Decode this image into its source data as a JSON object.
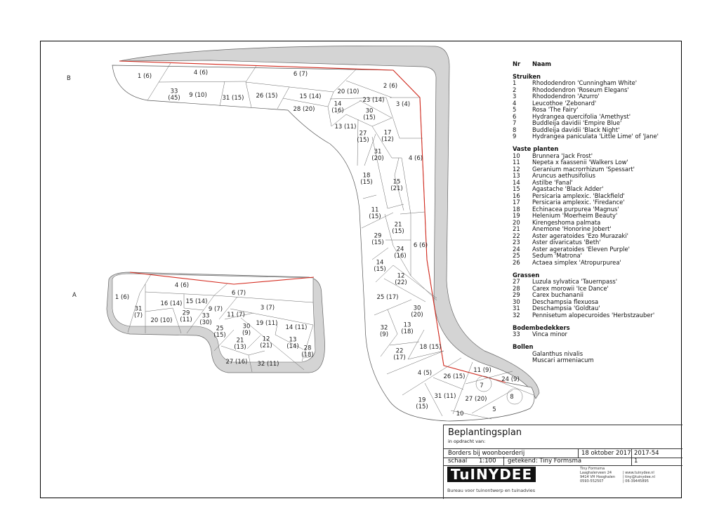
{
  "bed_names": {
    "b": "B",
    "a": "A"
  },
  "bed_b_labels": [
    "1 (6)",
    "4 (6)",
    "6 (7)",
    "2 (6)",
    "20 (10)",
    "33\n(45)",
    "9 (10)",
    "31 (15)",
    "26 (15)",
    "15 (14)",
    "23 (14)",
    "3 (4)",
    "14\n(16)",
    "30\n(15)",
    "28 (20)",
    "13 (11)",
    "27\n(15)",
    "17\n(12)",
    "31\n(20)",
    "4 (6)",
    "18\n(15)",
    "15\n(21)",
    "11\n(15)",
    "21\n(15)",
    "29\n(15)",
    "6 (6)",
    "24\n(16)",
    "14\n(15)",
    "12\n(22)",
    "25 (17)",
    "30\n(20)",
    "32\n(9)",
    "13\n(18)",
    "18 (15)",
    "22\n(17)",
    "4 (5)",
    "26 (15)",
    "11 (9)",
    "24 (9)",
    "7",
    "8",
    "31 (11)",
    "27 (20)",
    "19\n(15)",
    "5",
    "10"
  ],
  "bed_a_labels": [
    "1 (6)",
    "4 (6)",
    "6 (7)",
    "16 (14)",
    "15 (14)",
    "31\n(7)",
    "9 (7)",
    "3 (7)",
    "29\n(11)",
    "33\n(30)",
    "20 (10)",
    "11 (7)",
    "19 (11)",
    "14 (11)",
    "30\n(9)",
    "25\n(15)",
    "13\n(14)",
    "12\n(21)",
    "21\n(13)",
    "28\n(18)",
    "27 (16)",
    "32 (11)"
  ],
  "legend": {
    "col_nr": "Nr",
    "col_naam": "Naam",
    "groups": [
      {
        "title": "Struiken",
        "items": [
          {
            "nr": "1",
            "name": "Rhododendron 'Cunningham White'"
          },
          {
            "nr": "2",
            "name": "Rhododendron 'Roseum Elegans'"
          },
          {
            "nr": "3",
            "name": "Rhododendron 'Azurro'"
          },
          {
            "nr": "4",
            "name": "Leucothoe 'Zebonard'"
          },
          {
            "nr": "5",
            "name": "Rosa 'The Fairy'"
          },
          {
            "nr": "6",
            "name": "Hydrangea quercifolia 'Amethyst'"
          },
          {
            "nr": "7",
            "name": "Buddleija davidii 'Empire Blue'"
          },
          {
            "nr": "8",
            "name": "Buddleija davidii 'Black Night'"
          },
          {
            "nr": "9",
            "name": "Hydrangea paniculata 'Little Lime' of 'Jane'"
          }
        ]
      },
      {
        "title": "Vaste planten",
        "items": [
          {
            "nr": "10",
            "name": "Brunnera 'Jack Frost'"
          },
          {
            "nr": "11",
            "name": "Nepeta x faassenii 'Walkers Low'"
          },
          {
            "nr": "12",
            "name": "Geranium macrorrhizum 'Spessart'"
          },
          {
            "nr": "13",
            "name": "Aruncus aethusifolius"
          },
          {
            "nr": "14",
            "name": "Astilbe 'Fanal'"
          },
          {
            "nr": "15",
            "name": "Agastache 'Black Adder'"
          },
          {
            "nr": "16",
            "name": "Persicaria amplexic. 'Blackfield'"
          },
          {
            "nr": "17",
            "name": "Persicaria amplexic. 'Firedance'"
          },
          {
            "nr": "18",
            "name": "Echinacea purpurea 'Magnus'"
          },
          {
            "nr": "19",
            "name": "Helenium 'Moerheim Beauty'"
          },
          {
            "nr": "20",
            "name": "Kirengeshoma palmata"
          },
          {
            "nr": "21",
            "name": "Anemone 'Honorine Jobert'"
          },
          {
            "nr": "22",
            "name": "Aster ageratoides 'Ezo Murazaki'"
          },
          {
            "nr": "23",
            "name": "Aster divaricatus 'Beth'"
          },
          {
            "nr": "24",
            "name": "Aster ageratoides 'Eleven Purple'"
          },
          {
            "nr": "25",
            "name": "Sedum 'Matrona'"
          },
          {
            "nr": "26",
            "name": "Actaea simplex 'Atropurpurea'"
          }
        ]
      },
      {
        "title": "Grassen",
        "items": [
          {
            "nr": "27",
            "name": "Luzula sylvatica 'Tauernpass'"
          },
          {
            "nr": "28",
            "name": "Carex morowii 'Ice Dance'"
          },
          {
            "nr": "29",
            "name": "Carex buchananii"
          },
          {
            "nr": "30",
            "name": "Deschampsia flexuosa"
          },
          {
            "nr": "31",
            "name": "Deschampsia 'Goldtau'"
          },
          {
            "nr": "32",
            "name": "Pennisetum alopecuroides 'Herbstzauber'"
          }
        ]
      },
      {
        "title": "Bodembedekkers",
        "items": [
          {
            "nr": "33",
            "name": "Vinca minor"
          }
        ]
      },
      {
        "title": "Bollen",
        "items": [
          {
            "nr": "",
            "name": "Galanthus nivalis"
          },
          {
            "nr": "",
            "name": "Muscari armeniacum"
          }
        ]
      }
    ]
  },
  "title_block": {
    "title": "Beplantingsplan",
    "client_label": "in opdracht van:",
    "project": "Borders bij woonboerderij",
    "date": "18 oktober 2017",
    "project_nr": "2017-54",
    "scale_label": "schaal",
    "scale": "1:100",
    "drawn_by": "getekend: Tiny Formsma",
    "sheet": "1",
    "logo_text": "TuINYDEE",
    "tagline": "Bureau voor tuinontwerp en tuinadvies",
    "contact_name": "Tiny Formsma",
    "contact_address": "Laaghalerveen 24",
    "contact_city": "9414 VH Hooghalen",
    "contact_phone": "0593-552507",
    "contact_web": "| www.tuinydee.nl",
    "contact_email": "| tiny@tuinydee.nl",
    "contact_mobile": "| 06-39445895"
  },
  "colors": {
    "border_line": "#d42a1e",
    "lawn_band": "#d4d4d4",
    "line": "#555555"
  }
}
